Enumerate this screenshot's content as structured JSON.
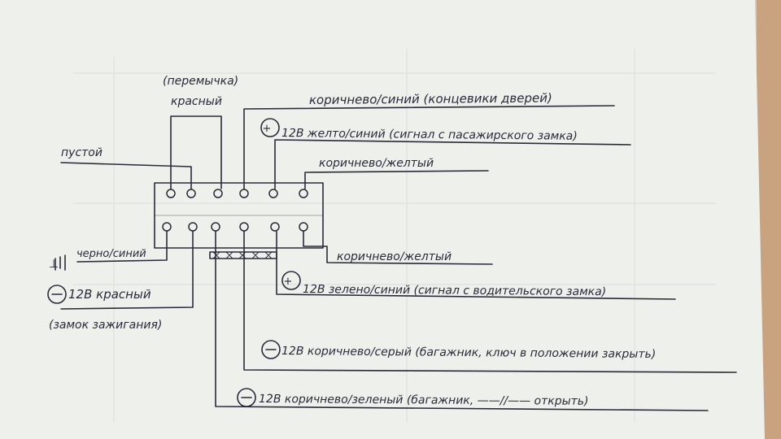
{
  "labels": {
    "jumper": "(перемычка)",
    "red_top": "красный",
    "empty": "пустой",
    "brown_blue": "коричнево/синий (концевики дверей)",
    "plus_marker": "+",
    "yellow_blue": "12В желто/синий (сигнал с пасажирского замка)",
    "brown_yellow_top": "коричнево/желтый",
    "ground_mark": "⊥",
    "black_blue": "черно/синий",
    "brown_yellow_bottom": "коричнево/желтый",
    "minus_marker": "−",
    "red_bottom": "12В красный",
    "ignition": "(замок зажигания)",
    "green_blue": "12В зелено/синий (сигнал с водительского замка)",
    "brown_gray": "12В коричнево/серый (багажник, ключ в положении закрыть)",
    "brown_green": "12В коричнево/зеленый (багажник, ——//—— открыть)"
  },
  "colors": {
    "ink": "#2a2a3a",
    "paper": "#f3f4f1",
    "grid": "#c8ccd0",
    "wood": "#c9a27f"
  }
}
